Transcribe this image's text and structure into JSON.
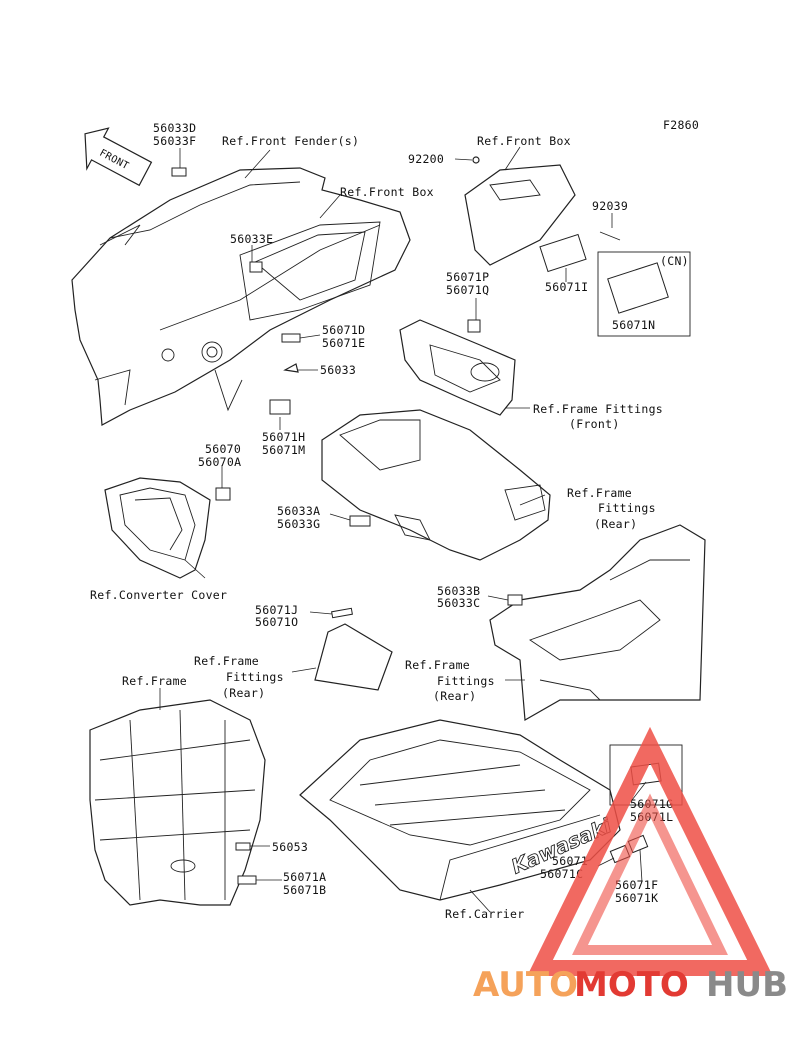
{
  "figure_code": "F2860",
  "labels": {
    "l_56033D": "56033D",
    "l_56033F": "56033F",
    "ref_front_fender": "Ref.Front Fender(s)",
    "ref_front_box_1": "Ref.Front Box",
    "ref_front_box_2": "Ref.Front Box",
    "l_92200": "92200",
    "l_92039": "92039",
    "l_cn": "(CN)",
    "l_56071I": "56071I",
    "l_56071N": "56071N",
    "l_56033E": "56033E",
    "l_56071P": "56071P",
    "l_56071Q": "56071Q",
    "l_56071D": "56071D",
    "l_56071E": "56071E",
    "l_56033": "56033",
    "l_56071H": "56071H",
    "l_56071M": "56071M",
    "ref_frame_fittings_front_1": "Ref.Frame Fittings",
    "ref_frame_fittings_front_2": "(Front)",
    "l_56070": "56070",
    "l_56070A": "56070A",
    "ref_frame_fittings_rear_a1": "Ref.Frame",
    "ref_frame_fittings_rear_a2": "Fittings",
    "ref_frame_fittings_rear_a3": "(Rear)",
    "l_56033A": "56033A",
    "l_56033G": "56033G",
    "ref_converter_cover": "Ref.Converter Cover",
    "l_56033B": "56033B",
    "l_56033C": "56033C",
    "l_56071J": "56071J",
    "l_56071O": "56071O",
    "ref_frame_fittings_rear_b1": "Ref.Frame",
    "ref_frame_fittings_rear_b2": "Fittings",
    "ref_frame_fittings_rear_b3": "(Rear)",
    "ref_frame_fittings_rear_c1": "Ref.Frame",
    "ref_frame_fittings_rear_c2": "Fittings",
    "ref_frame_fittings_rear_c3": "(Rear)",
    "ref_frame": "Ref.Frame",
    "l_56071G": "56071G",
    "l_56071L": "56071L",
    "l_56053": "56053",
    "l_56071": "56071",
    "l_56071C": "56071C",
    "l_56071A": "56071A",
    "l_56071B": "56071B",
    "l_56071F": "56071F",
    "l_56071K": "56071K",
    "ref_carrier": "Ref.Carrier",
    "front_arrow": "FRONT",
    "kawasaki": "Kawasaki"
  },
  "watermark": {
    "part1": "AUTO",
    "part2": "MOTO",
    "part3": "HUB",
    "color_auto": "#f5a25a",
    "color_moto": "#e23a33",
    "color_hub": "#8a8a8a",
    "color_triangle": "#ee4f45"
  }
}
